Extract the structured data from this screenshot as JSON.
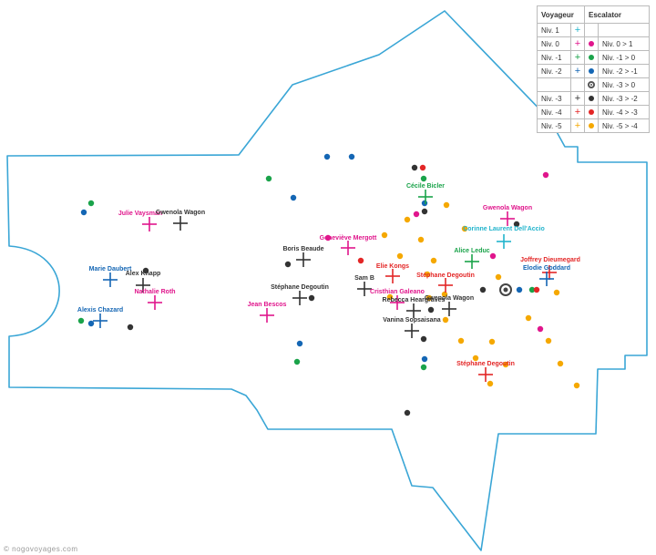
{
  "legend": {
    "header_voyageur": "Voyageur",
    "header_escalator": "Escalator",
    "rows": [
      {
        "voy": "Niv. 1",
        "voy_color": "#22b4cc",
        "esc": "",
        "esc_color": ""
      },
      {
        "voy": "Niv. 0",
        "voy_color": "#e0168c",
        "esc": "Niv. 0 > 1",
        "esc_color": "#e0168c"
      },
      {
        "voy": "Niv. -1",
        "voy_color": "#1aa34a",
        "esc": "Niv. -1 > 0",
        "esc_color": "#1aa34a"
      },
      {
        "voy": "Niv. -2",
        "voy_color": "#1466b4",
        "esc": "Niv. -2 > -1",
        "esc_color": "#1466b4"
      },
      {
        "voy": "",
        "voy_color": "",
        "esc": "Niv. -3 > 0",
        "esc_color": "ring"
      },
      {
        "voy": "Niv. -3",
        "voy_color": "#333333",
        "esc": "Niv. -3 > -2",
        "esc_color": "#333333"
      },
      {
        "voy": "Niv. -4",
        "voy_color": "#e32626",
        "esc": "Niv. -4 > -3",
        "esc_color": "#e32626"
      },
      {
        "voy": "Niv. -5",
        "voy_color": "#f5a800",
        "esc": "Niv. -5 > -4",
        "esc_color": "#f5a800"
      }
    ]
  },
  "level_colors": {
    "1": "#22b4cc",
    "0": "#e0168c",
    "-1": "#1aa34a",
    "-2": "#1466b4",
    "-3": "#333333",
    "-4": "#e32626",
    "-5": "#f5a800"
  },
  "footer": "© nogovoyages.com"
}
